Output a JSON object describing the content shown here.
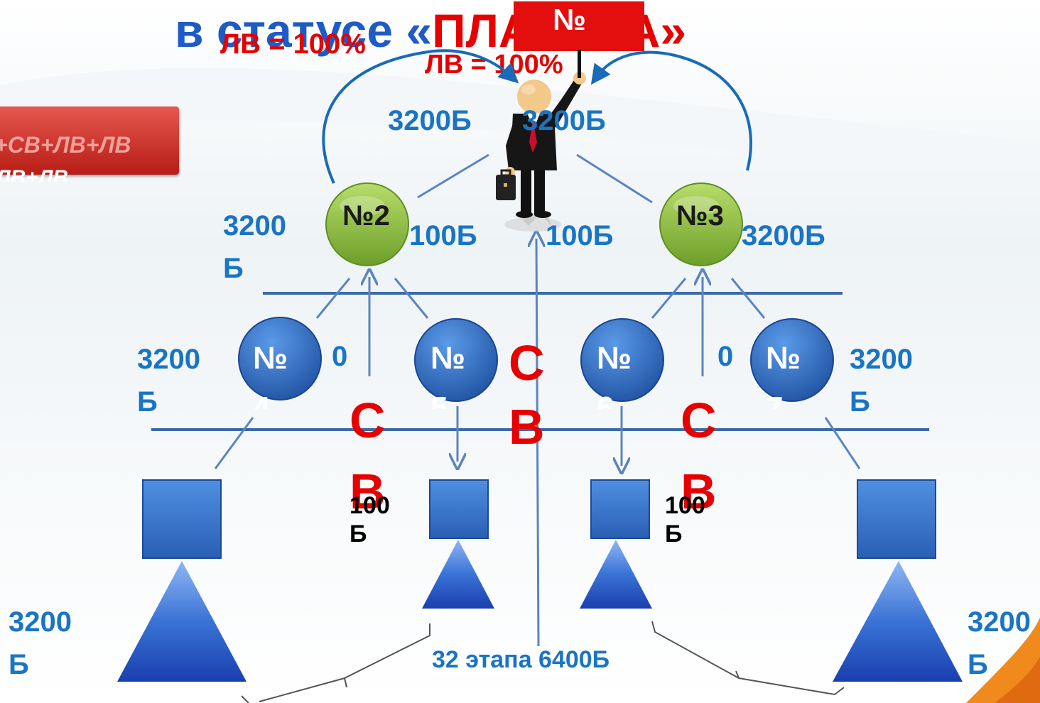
{
  "slide": {
    "title_part1": "в статусе «",
    "title_part2": "ПЛАТИНА",
    "title_part3": "»",
    "top_box_label": "№",
    "lv_left": "ЛВ = 100%",
    "lv_center": "ЛВ = 100%",
    "side_button_line1": "+СВ+ЛВ+ЛВ",
    "side_button_line2": "ЛВ+ЛВ",
    "top_left_points": "3200Б",
    "top_right_points": "3200Б",
    "node2": {
      "label": "№2",
      "color": "#8cc63f"
    },
    "node3": {
      "label": "№3",
      "color": "#8cc63f"
    },
    "node2_left_points_1": "3200",
    "node2_left_points_2": "Б",
    "node2_right_points": "100Б",
    "node3_left_points": "100Б",
    "node3_right_points": "3200Б",
    "node4": {
      "label_1": "№",
      "label_2": "4"
    },
    "node5": {
      "label_1": "№",
      "label_2": "5"
    },
    "node6": {
      "label_1": "№",
      "label_2": "6"
    },
    "node7": {
      "label_1": "№",
      "label_2": "7"
    },
    "level2_left_points_1": "3200",
    "level2_left_points_2": "Б",
    "level2_right_points_1": "3200",
    "level2_right_points_2": "Б",
    "zero_left": "0",
    "zero_right": "0",
    "sv_left_1": "С",
    "sv_left_2": "В",
    "sv_center_1": "С",
    "sv_center_2": "В",
    "sv_right_1": "С",
    "sv_right_2": "В",
    "bottom_mid_left_points_1": "100",
    "bottom_mid_left_points_2": "Б",
    "bottom_mid_right_points_1": "100",
    "bottom_mid_right_points_2": "Б",
    "bottom_left_points_1": "3200",
    "bottom_left_points_2": "Б",
    "bottom_right_points_1": "3200",
    "bottom_right_points_2": "Б",
    "stages_label": "32 этапа 6400Б",
    "colors": {
      "title_blue": "#1e5bc6",
      "accent_red": "#e60000",
      "points_blue": "#1a74c4",
      "node_blue": "#2a6bc4",
      "shape_blue": "#2f6fcf",
      "line_blue": "#5a85bf"
    }
  }
}
